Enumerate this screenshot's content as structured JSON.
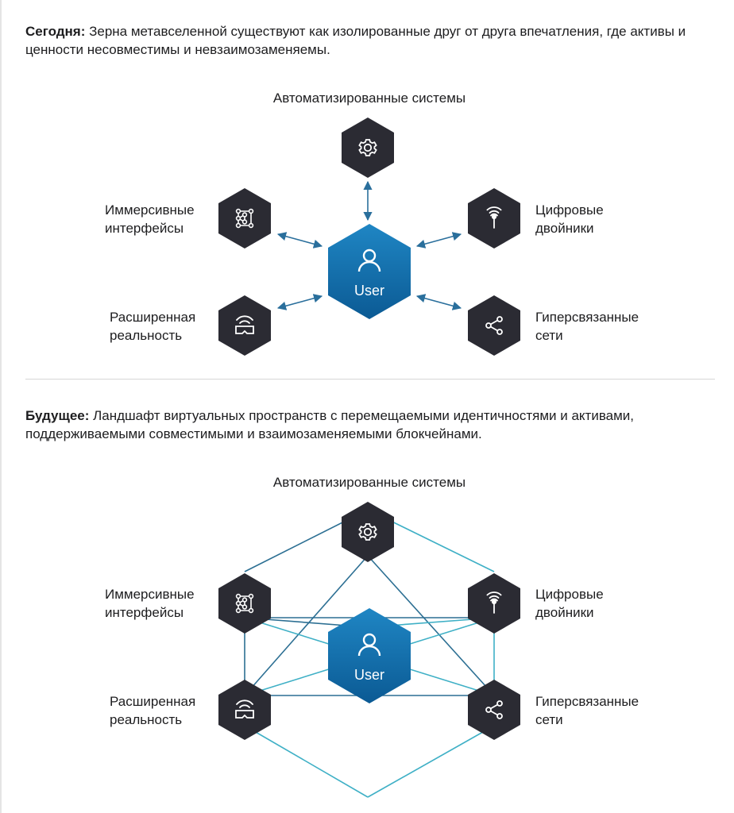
{
  "today": {
    "heading": "Сегодня:",
    "text": " Зерна метавселенной существуют как изолированные друг от друга впечатления, где активы и ценности несовместимы и невзаимозаменяемы."
  },
  "future": {
    "heading": "Будущее:",
    "text": " Ландшафт виртуальных пространств с перемещаемыми идентичностями и активами, поддерживаемыми совместимыми и взаимозаменяемыми блокчейнами."
  },
  "nodes": {
    "automated": {
      "line1": "Автоматизированные системы",
      "icon": "gear-icon"
    },
    "immersive": {
      "line1": "Иммерсивные",
      "line2": "интерфейсы",
      "icon": "network-nodes-icon"
    },
    "digital_twins": {
      "line1": "Цифровые",
      "line2": "двойники",
      "icon": "antenna-icon"
    },
    "augmented": {
      "line1": "Расширенная",
      "line2": "реальность",
      "icon": "vr-headset-icon"
    },
    "hyperconnected": {
      "line1": "Гиперсвязанные",
      "line2": "сети",
      "icon": "share-icon"
    },
    "user": {
      "label": "User",
      "icon": "user-icon"
    }
  },
  "colors": {
    "node_fill": "#2b2b33",
    "user_fill_top": "#1f86c4",
    "user_fill_bottom": "#0b5a94",
    "arrow": "#2a6f9c",
    "line_dark": "#2c6f93",
    "line_light": "#3fb0c6"
  }
}
